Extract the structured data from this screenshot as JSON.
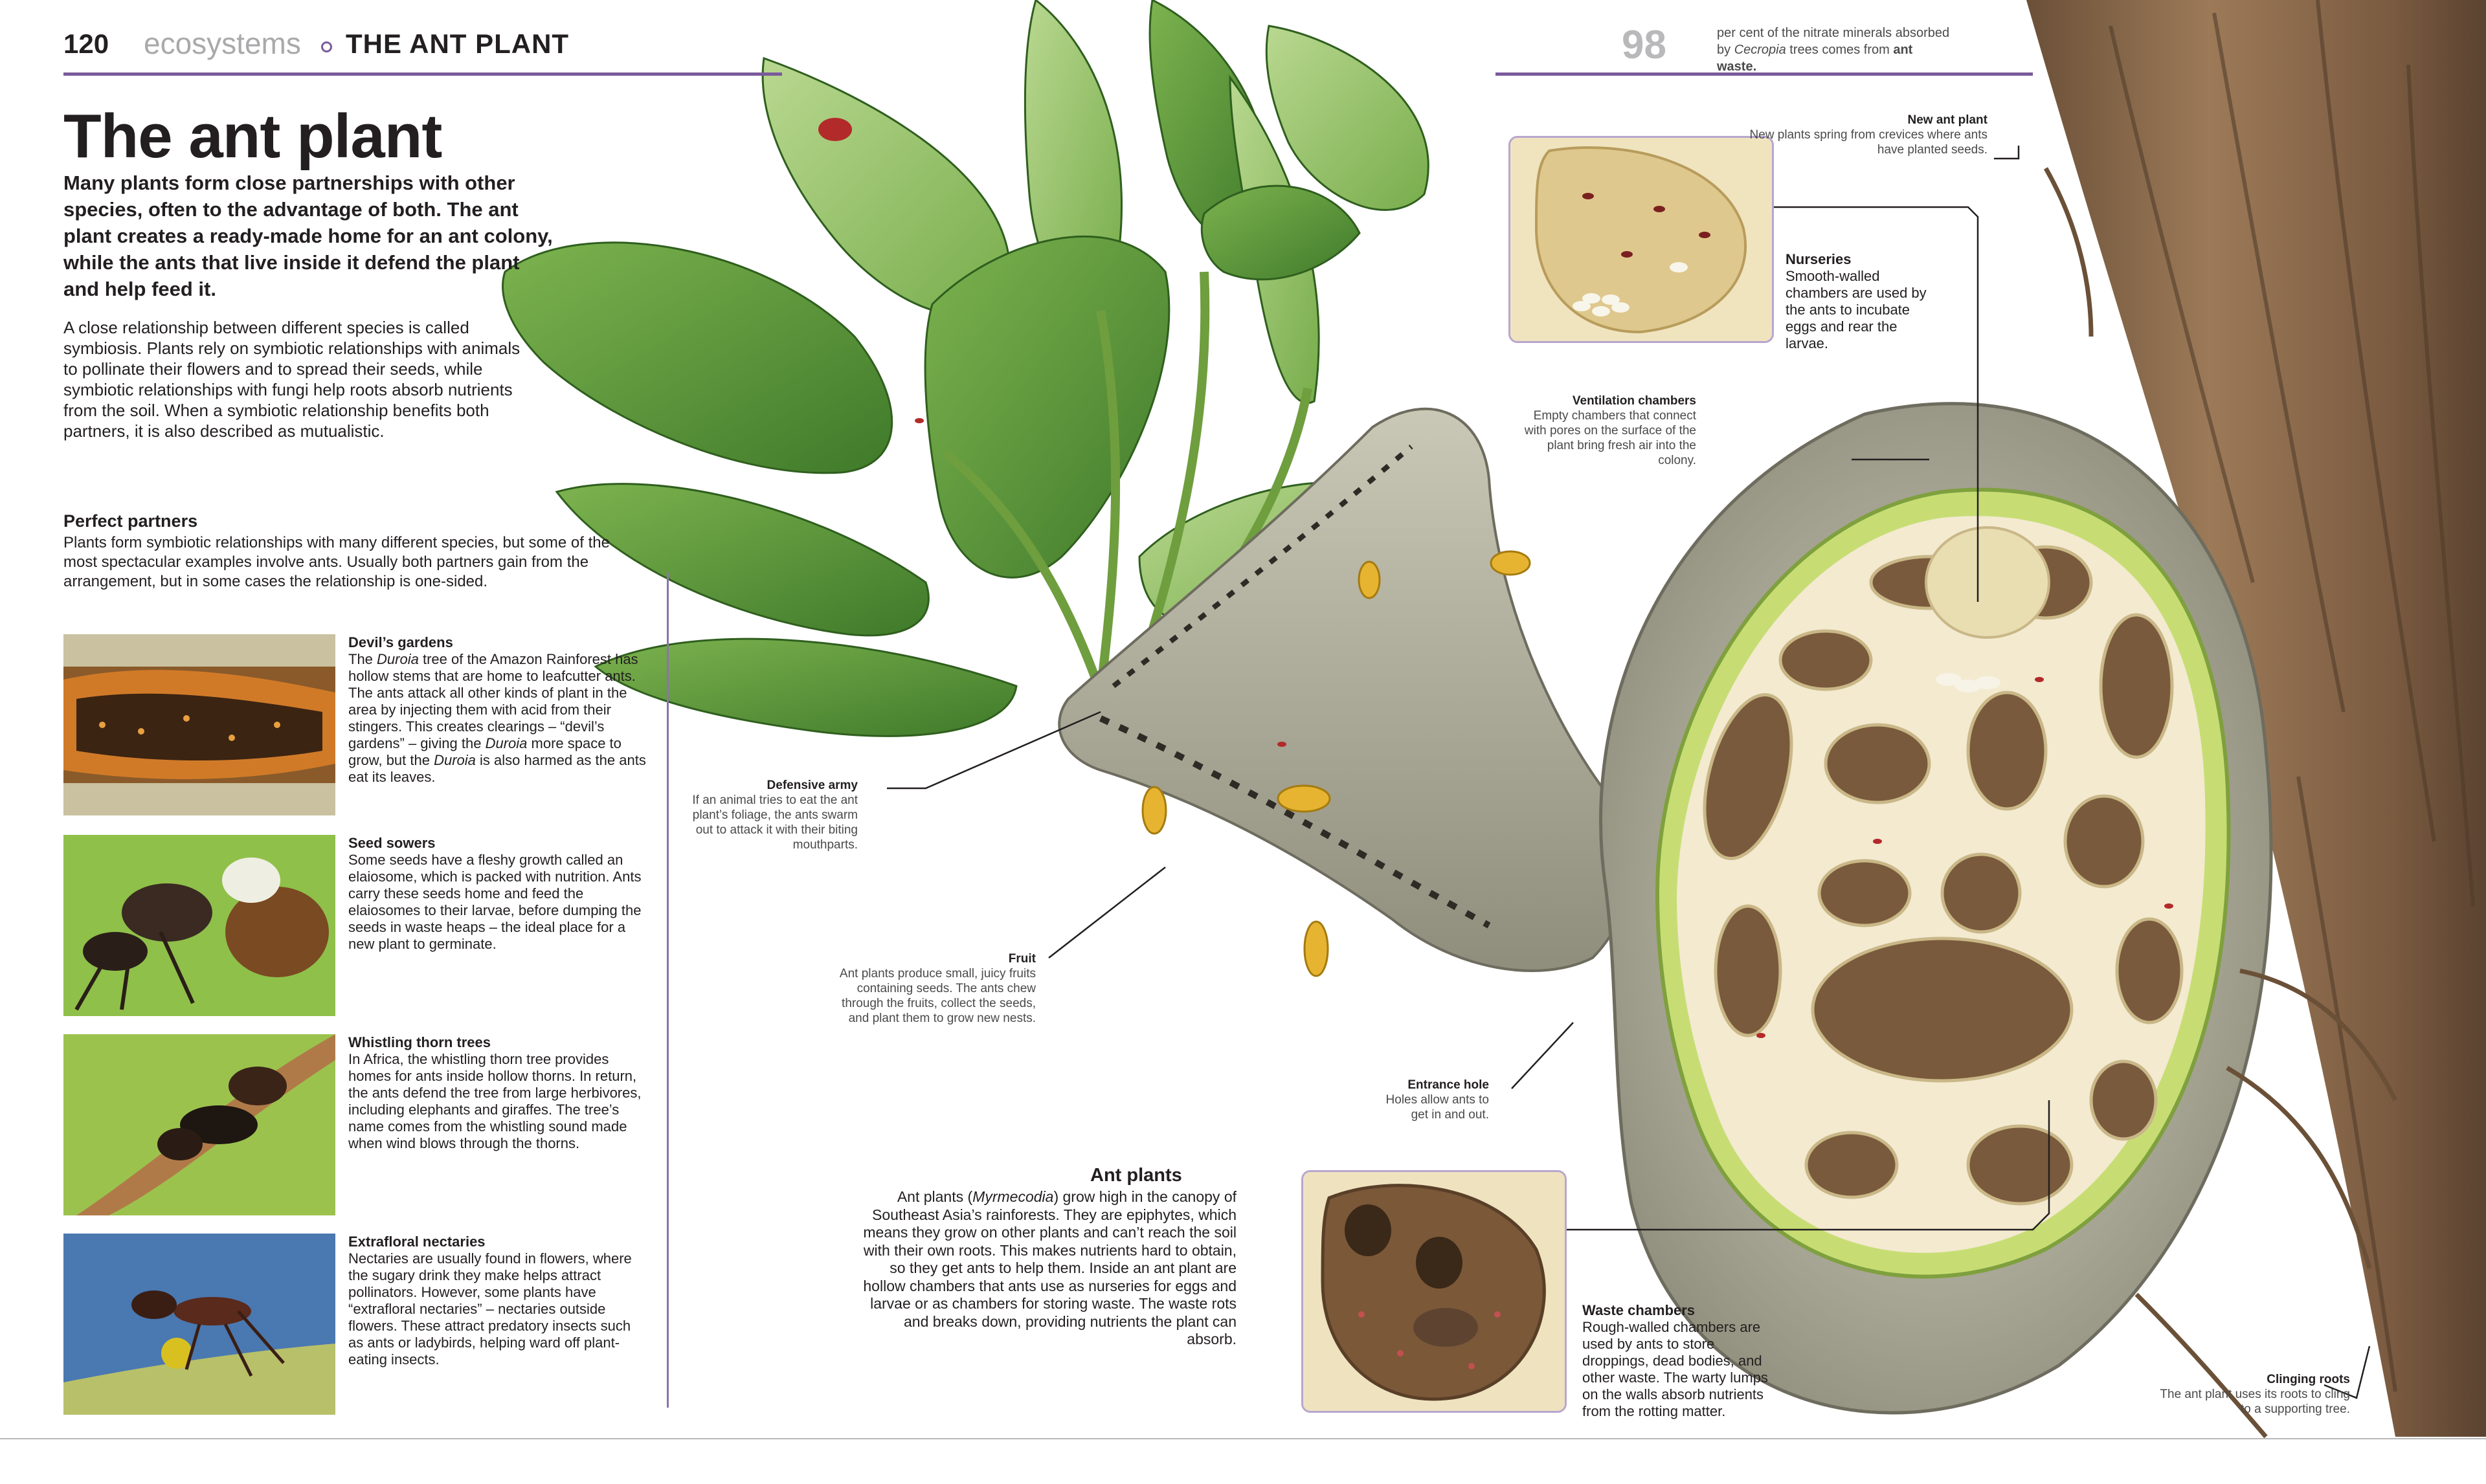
{
  "header": {
    "page_number": "120",
    "section": "ecosystems",
    "chapter": "THE ANT PLANT",
    "fact_number": "98",
    "fact_text_pre": "per cent of the nitrate minerals absorbed by",
    "fact_text_italic": "Cecropia",
    "fact_text_mid": "trees comes from",
    "fact_text_bold": "ant waste."
  },
  "title": "The ant plant",
  "intro": "Many plants form close partnerships with other species, often to the advantage of both. The ant plant creates a ready-made home for an ant colony, while the ants that live inside it defend the plant and help feed it.",
  "body": "A close relationship between different species is called symbiosis. Plants rely on symbiotic relationships with animals to pollinate their flowers and to spread their seeds, while symbiotic relationships with fungi help roots absorb nutrients from the soil. When a symbiotic relationship benefits both partners, it is also described as mutualistic.",
  "perfect_partners": {
    "heading": "Perfect partners",
    "text": "Plants form symbiotic relationships with many different species, but some of the most spectacular examples involve ants. Usually both partners gain from the arrangement, but in some cases the relationship is one-sided."
  },
  "cards": [
    {
      "title": "Devil’s gardens",
      "t1": "The ",
      "i1": "Duroia",
      "t2": " tree of the Amazon Rainforest has hollow stems that are home to leafcutter ants. The ants attack all other kinds of plant in the area by injecting them with acid from their stingers. This creates clearings – “devil’s gardens” – giving the ",
      "i2": "Duroia",
      "t3": " more space to grow, but the ",
      "i3": "Duroia",
      "t4": " is also harmed as the ants eat its leaves."
    },
    {
      "title": "Seed sowers",
      "text": "Some seeds have a fleshy growth called an elaiosome, which is packed with nutrition. Ants carry these seeds home and feed the elaiosomes to their larvae, before dumping the seeds in waste heaps – the ideal place for a new plant to germinate."
    },
    {
      "title": "Whistling thorn trees",
      "text": "In Africa, the whistling thorn tree provides homes for ants inside hollow thorns. In return, the ants defend the tree from large herbivores, including elephants and giraffes. The tree’s name comes from the whistling sound made when wind blows through the thorns."
    },
    {
      "title": "Extrafloral nectaries",
      "text": "Nectaries are usually found in flowers, where the sugary drink they make helps attract pollinators. However, some plants have “extrafloral nectaries” – nectaries outside flowers. These attract predatory insects such as ants or ladybirds, helping ward off plant-eating insects."
    }
  ],
  "ant_plants": {
    "heading": "Ant plants",
    "t1": "Ant plants (",
    "i1": "Myrmecodia",
    "t2": ") grow high in the canopy of Southeast Asia’s rainforests. They are epiphytes, which means they grow on other plants and can’t reach the soil with their own roots. This makes nutrients hard to obtain, so they get ants to help them. Inside an ant plant are hollow chambers that ants use as nurseries for eggs and larvae or as chambers for storing waste. The waste rots and breaks down, providing nutrients the plant can absorb."
  },
  "callouts": {
    "new_ant_plant": {
      "title": "New ant plant",
      "text": "New plants spring from crevices where ants have planted seeds."
    },
    "nurseries": {
      "title": "Nurseries",
      "text": "Smooth-walled chambers are used by the ants to incubate eggs and rear the larvae."
    },
    "ventilation": {
      "title": "Ventilation chambers",
      "text": "Empty chambers that connect with pores on the surface of the plant bring fresh air into the colony."
    },
    "defensive_army": {
      "title": "Defensive army",
      "text": "If an animal tries to eat the ant plant’s foliage, the ants swarm out to attack it with their biting mouthparts."
    },
    "fruit": {
      "title": "Fruit",
      "text": "Ant plants produce small, juicy fruits containing seeds. The ants chew through the fruits, collect the seeds, and plant them to grow new nests."
    },
    "entrance_hole": {
      "title": "Entrance hole",
      "text": "Holes allow ants to get in and out."
    },
    "waste_chambers": {
      "title": "Waste chambers",
      "text": "Rough-walled chambers are used by ants to store droppings, dead bodies, and other waste. The warty lumps on the walls absorb nutrients from the rotting matter."
    },
    "clinging_roots": {
      "title": "Clinging roots",
      "text": "The ant plant uses its roots to cling to a supporting tree."
    }
  },
  "colors": {
    "accent": "#7a5a9b",
    "leaf": "#5e9a3a",
    "pith": "#f4ecc9",
    "rind": "#c3d96b",
    "bark": "#8a6a4c"
  }
}
